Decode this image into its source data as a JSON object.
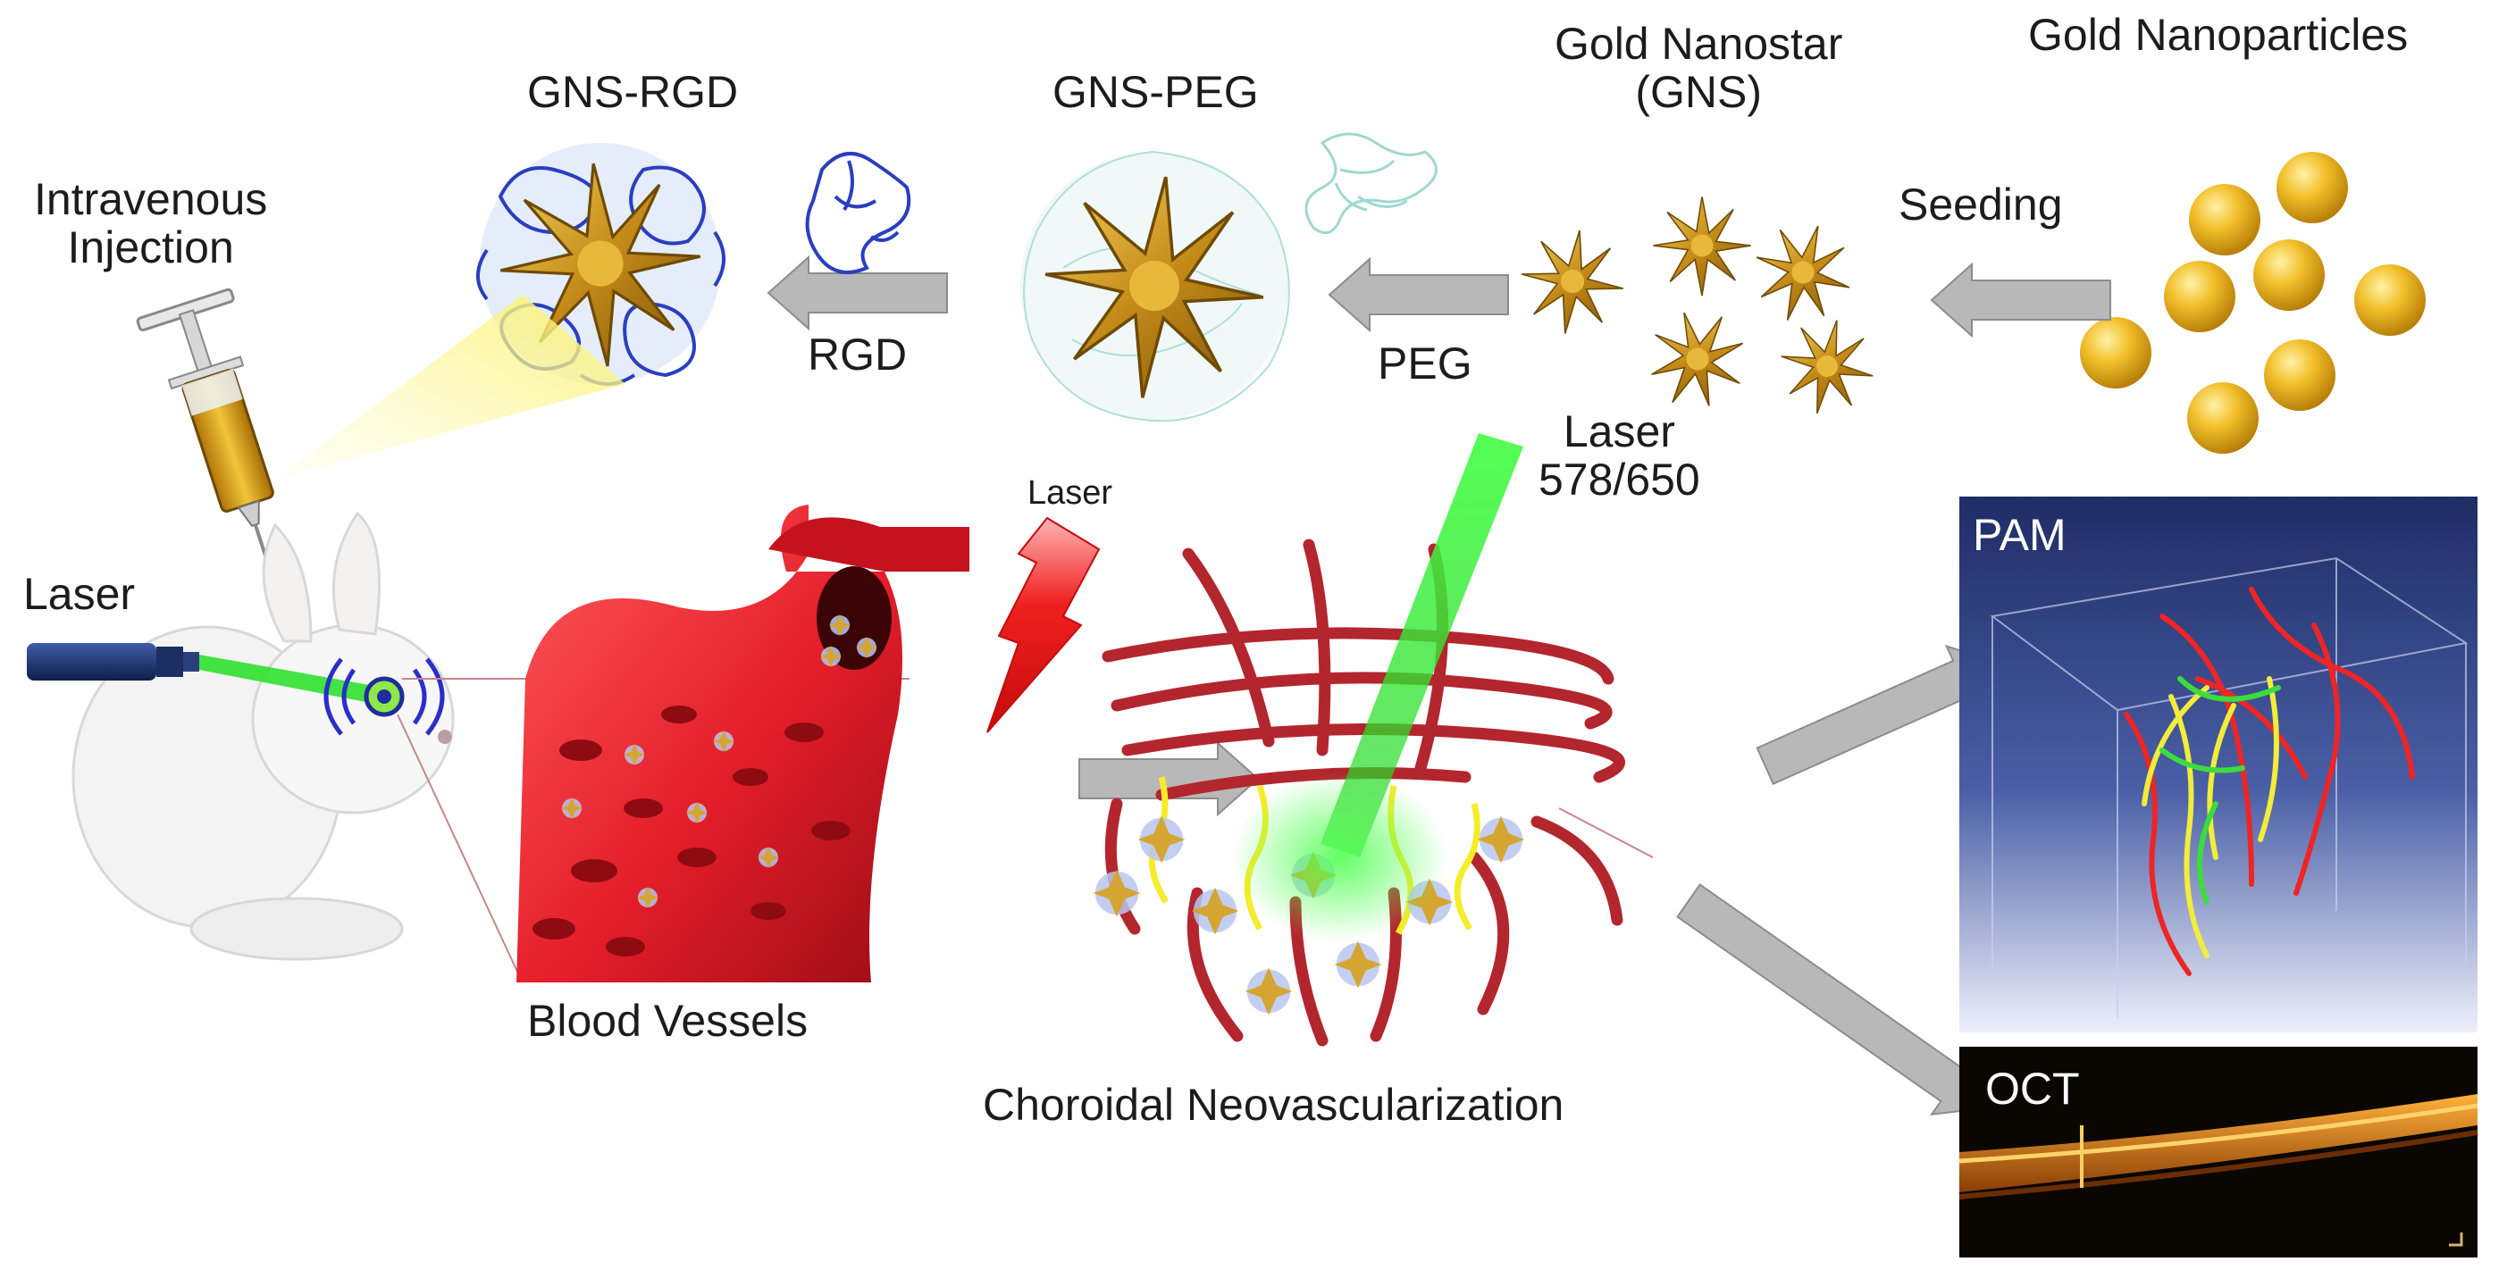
{
  "labels": {
    "gold_nanoparticles": "Gold Nanoparticles",
    "gold_nanostar": "Gold Nanostar\n(GNS)",
    "gns_peg": "GNS-PEG",
    "gns_rgd": "GNS-RGD",
    "intravenous_injection": "Intravenous\nInjection",
    "seeding": "Seeding",
    "peg": "PEG",
    "rgd": "RGD",
    "laser_top": "Laser\n578/650",
    "laser_bolt": "Laser",
    "laser_rabbit": "Laser",
    "blood_vessels": "Blood Vessels",
    "choroidal_neovascularization": "Choroidal Neovascularization",
    "pam": "PAM",
    "oct": "OCT"
  },
  "colors": {
    "gold": "#e7ad1c",
    "arrow_gray": "#b8b8b8",
    "laser_green": "#2fe02f",
    "vessel_red": "#c4282e",
    "bolt_red": "#ee1b1b",
    "protein_blue": "#2a3fbf",
    "pam_bg_top": "#23336f",
    "oct_bg": "#0a0703"
  },
  "icons": [
    "gold-sphere-icon",
    "nanostar-icon",
    "protein-icon",
    "syringe-icon",
    "rabbit-icon",
    "laser-pen-icon",
    "lightning-bolt-icon",
    "process-arrow-icon"
  ]
}
